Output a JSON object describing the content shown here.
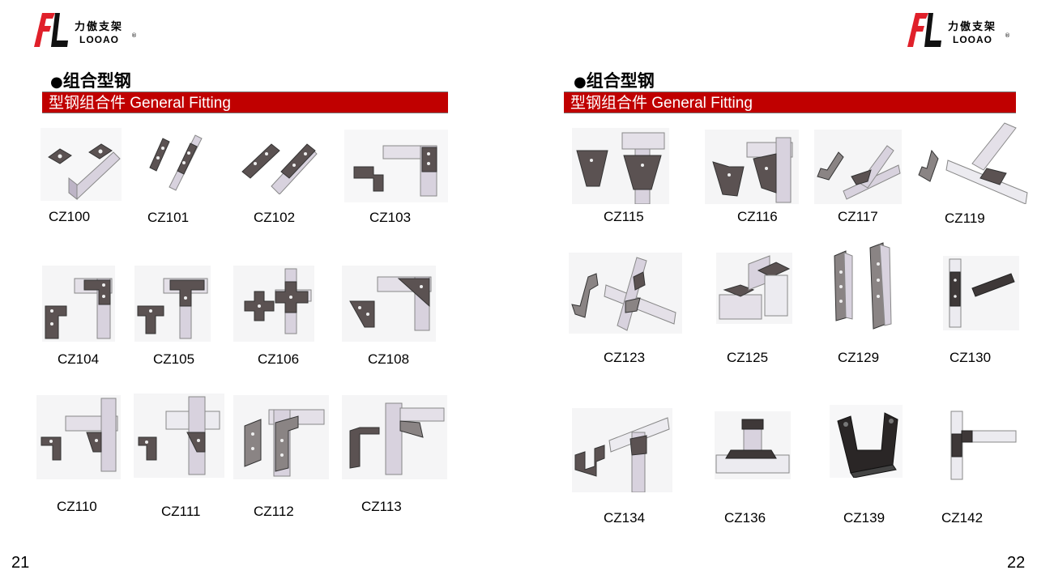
{
  "brand": {
    "name_cn": "力傲支架",
    "name_en": "LOOAO",
    "reg": "®"
  },
  "colors": {
    "logo_red": "#e0202a",
    "logo_black": "#111111",
    "banner_red": "#c00000",
    "banner_text": "#ffffff"
  },
  "pages": [
    {
      "number": "21",
      "section_title": "组合型钢",
      "banner": "型钢组合件 General Fitting",
      "products": [
        "CZ100",
        "CZ101",
        "CZ102",
        "CZ103",
        "CZ104",
        "CZ105",
        "CZ106",
        "CZ108",
        "CZ110",
        "CZ111",
        "CZ112",
        "CZ113"
      ]
    },
    {
      "number": "22",
      "section_title": "组合型钢",
      "banner": "型钢组合件 General Fitting",
      "products": [
        "CZ115",
        "CZ116",
        "CZ117",
        "CZ119",
        "CZ123",
        "CZ125",
        "CZ129",
        "CZ130",
        "CZ134",
        "CZ136",
        "CZ139",
        "CZ142"
      ]
    }
  ]
}
